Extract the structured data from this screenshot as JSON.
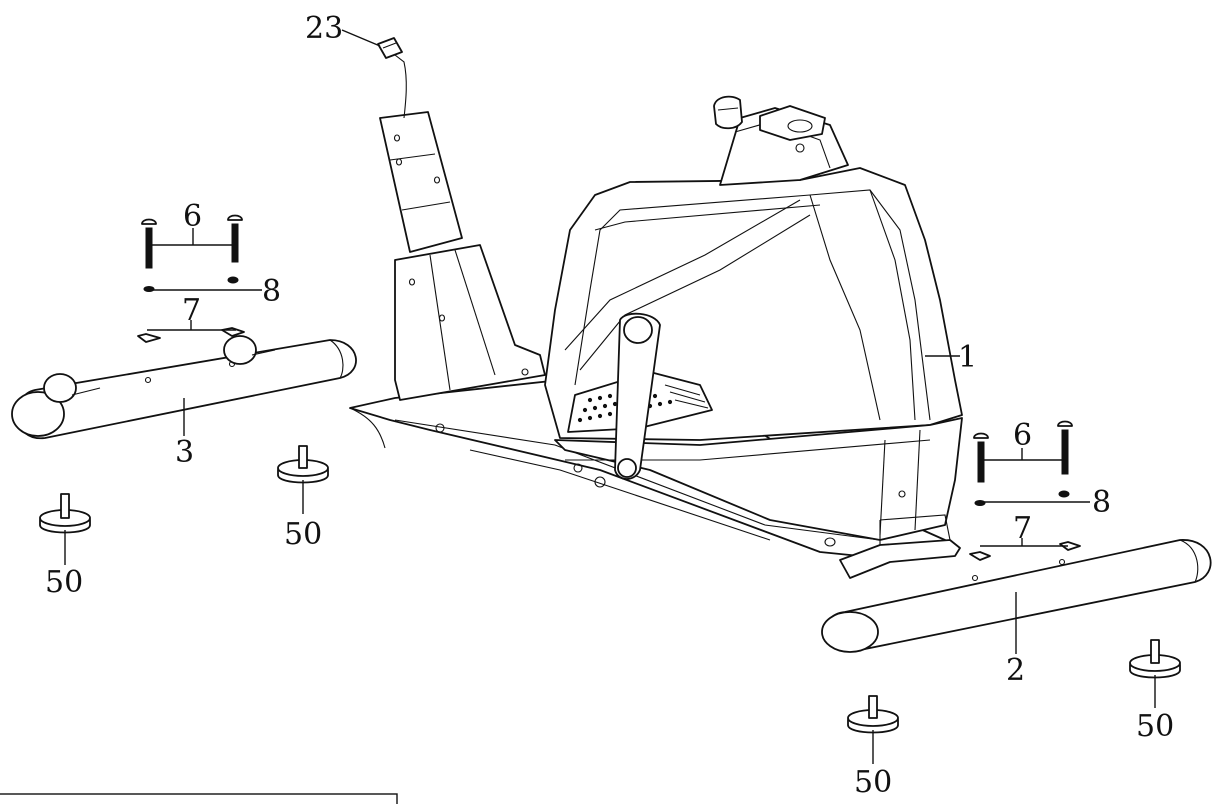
{
  "callouts": {
    "c23": "23",
    "c6_left": "6",
    "c8_left": "8",
    "c7_left": "7",
    "c3": "3",
    "c50_a": "50",
    "c50_b": "50",
    "c1": "1",
    "c6_right": "6",
    "c8_right": "8",
    "c7_right": "7",
    "c2": "2",
    "c50_c": "50",
    "c50_d": "50"
  },
  "colors": {
    "line": "#111111",
    "paper": "#ffffff"
  }
}
